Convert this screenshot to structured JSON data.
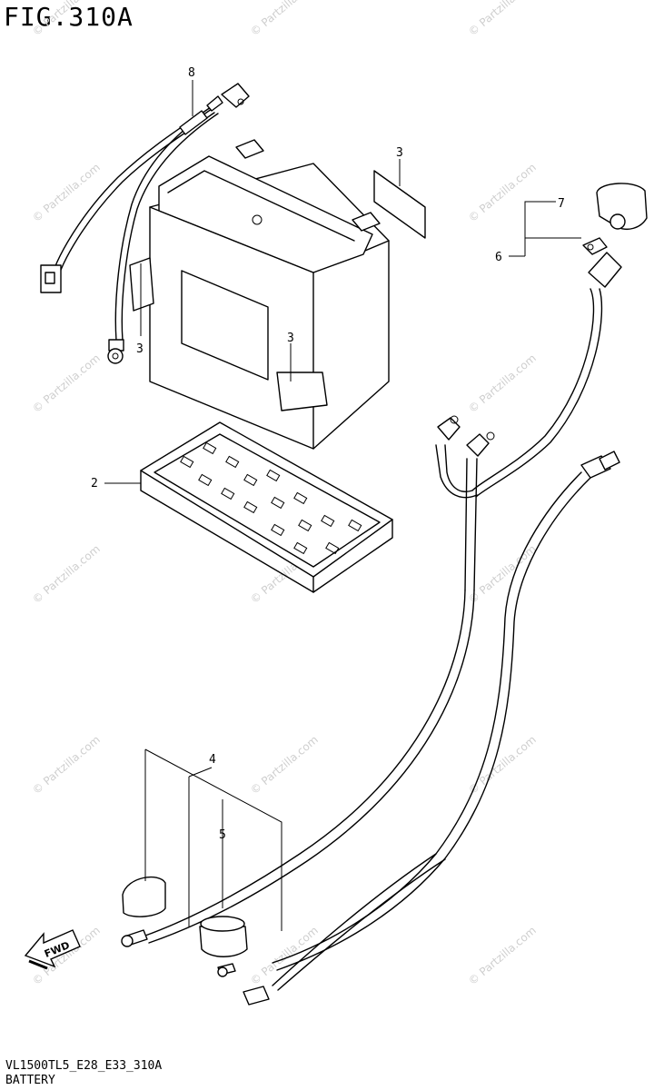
{
  "figure": {
    "title": "FIG.310A",
    "code": "VL1500TL5_E28_E33_310A",
    "name": "BATTERY"
  },
  "callouts": [
    "8",
    "3",
    "3",
    "3",
    "2",
    "7",
    "6",
    "4",
    "5"
  ],
  "watermark": "© Partzilla.com",
  "fwd_label": "FWD"
}
